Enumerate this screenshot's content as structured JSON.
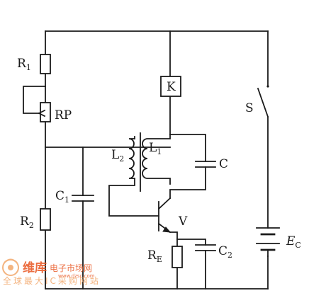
{
  "labels": {
    "R1": {
      "main": "R",
      "sub": "1"
    },
    "RP": {
      "main": "RP",
      "sub": ""
    },
    "R2": {
      "main": "R",
      "sub": "2"
    },
    "C1": {
      "main": "C",
      "sub": "1"
    },
    "K": {
      "main": "K",
      "sub": ""
    },
    "L1": {
      "main": "L",
      "sub": "1"
    },
    "L2": {
      "main": "L",
      "sub": "2"
    },
    "C": {
      "main": "C",
      "sub": ""
    },
    "V": {
      "main": "V",
      "sub": ""
    },
    "RE": {
      "main": "R",
      "sub": "E"
    },
    "C2": {
      "main": "C",
      "sub": "2"
    },
    "S": {
      "main": "S",
      "sub": ""
    },
    "EC": {
      "main": "E",
      "sub": "C"
    }
  },
  "watermark": {
    "brand": "维库",
    "tagline": "电子市场网",
    "url": "www.dzsc.com",
    "slogan": "全球最大IC采购网站",
    "colors": {
      "brand": "#e8541f",
      "logo": "#f2a76b"
    }
  }
}
